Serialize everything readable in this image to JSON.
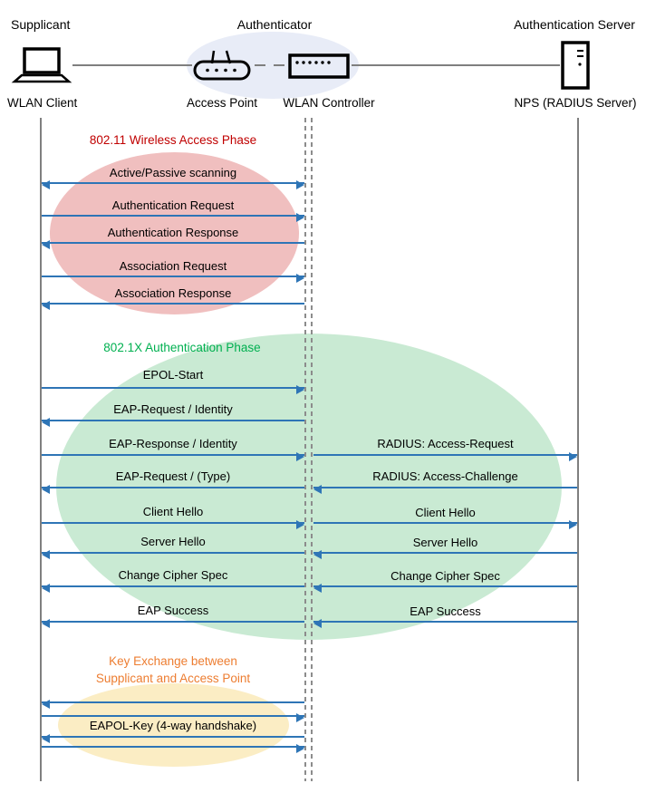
{
  "header": {
    "roles": {
      "supplicant": "Supplicant",
      "authenticator": "Authenticator",
      "authentication_server": "Authentication Server"
    },
    "nodes": {
      "wlan_client": "WLAN Client",
      "access_point": "Access Point",
      "wlan_controller": "WLAN Controller",
      "radius_server": "NPS (RADIUS Server)"
    },
    "icons": {
      "wlan_client": "laptop-icon",
      "access_point": "access-point-icon",
      "wlan_controller": "wlan-controller-icon",
      "radius_server": "server-icon"
    }
  },
  "phases": {
    "phase1": {
      "title": "802.11 Wireless Access Phase",
      "title_color": "#C00000",
      "ellipse_color": "#F0BFBF"
    },
    "phase2": {
      "title": "802.1X Authentication Phase",
      "title_color": "#00B050",
      "ellipse_color": "#C9EAD3"
    },
    "phase3": {
      "title_line1": "Key Exchange between",
      "title_line2": "Supplicant and Access Point",
      "title_color": "#ED7D31",
      "ellipse_color": "#FBEDC4"
    }
  },
  "flows": {
    "phase1": [
      {
        "label": "Active/Passive scanning",
        "direction": "both"
      },
      {
        "label": "Authentication Request",
        "direction": "right"
      },
      {
        "label": "Authentication Response",
        "direction": "left"
      },
      {
        "label": "Association Request",
        "direction": "right"
      },
      {
        "label": "Association Response",
        "direction": "left"
      }
    ],
    "phase2_left": [
      {
        "label": "EPOL-Start",
        "direction": "right"
      },
      {
        "label": "EAP-Request / Identity",
        "direction": "left"
      },
      {
        "label": "EAP-Response / Identity",
        "direction": "right"
      },
      {
        "label": "EAP-Request / (Type)",
        "direction": "left"
      },
      {
        "label": "Client Hello",
        "direction": "right"
      },
      {
        "label": "Server Hello",
        "direction": "left"
      },
      {
        "label": "Change Cipher Spec",
        "direction": "left"
      },
      {
        "label": "EAP Success",
        "direction": "left"
      }
    ],
    "phase2_right": [
      {
        "label": "RADIUS: Access-Request",
        "direction": "right"
      },
      {
        "label": "RADIUS: Access-Challenge",
        "direction": "left"
      },
      {
        "label": "Client Hello",
        "direction": "right"
      },
      {
        "label": "Server Hello",
        "direction": "left"
      },
      {
        "label": "Change Cipher Spec",
        "direction": "left"
      },
      {
        "label": "EAP Success",
        "direction": "left"
      }
    ],
    "phase3": [
      {
        "label": "",
        "direction": "left"
      },
      {
        "label": "",
        "direction": "right"
      },
      {
        "label": "EAPOL-Key (4-way handshake)",
        "direction": "left"
      },
      {
        "label": "",
        "direction": "right"
      }
    ]
  },
  "palette": {
    "arrow": "#2E75B6",
    "lifeline": "#7F7F7F",
    "authenticator_ellipse": "#E8ECF7"
  }
}
